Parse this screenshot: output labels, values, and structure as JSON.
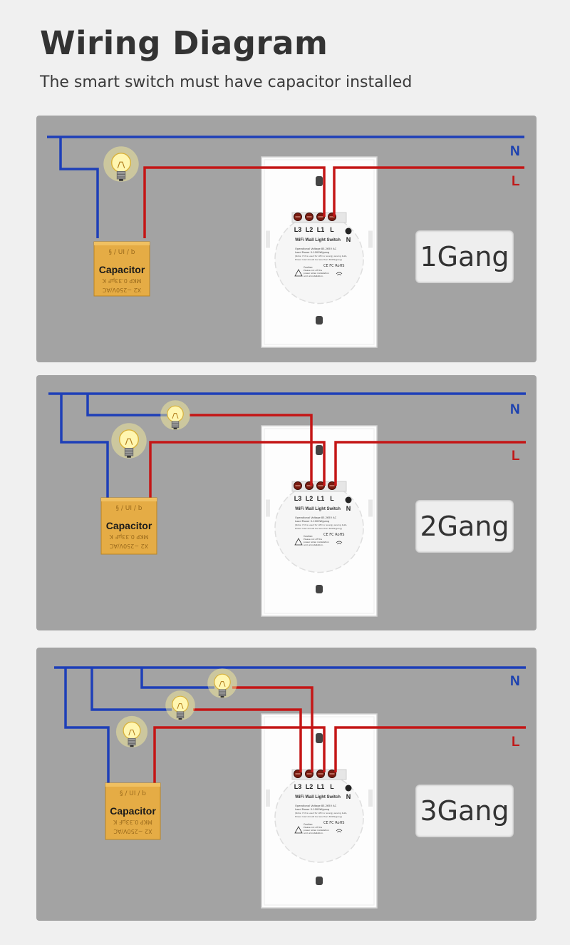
{
  "header": {
    "title": "Wiring Diagram",
    "subtitle": "The smart switch must have capacitor installed"
  },
  "colors": {
    "neutral_wire": "#1e3fb8",
    "live_wire": "#c41616",
    "panel_bg": "#a3a3a3",
    "capacitor": "#e5ac45",
    "bulb_glow": "#fff59a"
  },
  "labels": {
    "neutral": "N",
    "live": "L",
    "capacitor": "Capacitor",
    "switch_name": "WiFi Wall Light Switch",
    "terminals": [
      "L3",
      "L2",
      "L1",
      "L"
    ],
    "n_terminal": "N",
    "spec_line_1": "Operational Voltage 85-265V AC",
    "spec_line_2": "Load Power 0-1000W/gang",
    "spec_note_1": "(Note: If it is used for LED or energy saving bulb,",
    "spec_note_2": "Power load should be less than 300W/gang)",
    "caution_1": "Caution:",
    "caution_2": "Please cut off the",
    "caution_3": "power when installation",
    "caution_4": "and uninstallation.",
    "cert": "CE FC RoHS"
  },
  "cap_marks": {
    "row1": "§ / UI / b",
    "row2": "MKP 0.33µF K",
    "row3": "X2 ~250V/AC"
  },
  "diagrams": [
    {
      "gang_label": "1Gang",
      "gangs": 1
    },
    {
      "gang_label": "2Gang",
      "gangs": 2
    },
    {
      "gang_label": "3Gang",
      "gangs": 3
    }
  ]
}
